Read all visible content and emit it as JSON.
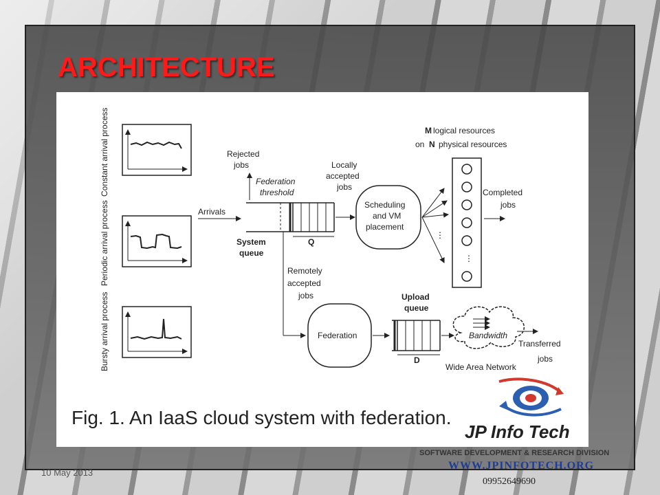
{
  "slide": {
    "title": "ARCHITECTURE",
    "date": "10 May 2013"
  },
  "figure": {
    "caption": "Fig. 1.  An IaaS cloud system with federation.",
    "arrival_processes": [
      "Constant arrival process",
      "Periodic arrival process",
      "Bursty arrival process"
    ],
    "labels": {
      "arrivals": "Arrivals",
      "rejected_1": "Rejected",
      "rejected_2": "jobs",
      "threshold_1": "Federation",
      "threshold_2": "threshold",
      "system_queue_1": "System",
      "system_queue_2": "queue",
      "q": "Q",
      "locally_1": "Locally",
      "locally_2": "accepted",
      "locally_3": "jobs",
      "scheduling_1": "Scheduling",
      "scheduling_2": "and VM",
      "scheduling_3": "placement",
      "resources_1": "logical resources",
      "resources_1_bold": "M",
      "resources_2": "physical resources",
      "resources_2_pre": "on",
      "resources_2_bold": "N",
      "completed_1": "Completed",
      "completed_2": "jobs",
      "remotely_1": "Remotely",
      "remotely_2": "accepted",
      "remotely_3": "jobs",
      "federation": "Federation",
      "upload_1": "Upload",
      "upload_2": "queue",
      "d": "D",
      "bandwidth": "Bandwidth",
      "wan": "Wide Area Network",
      "transferred_1": "Transferred",
      "transferred_2": "jobs"
    }
  },
  "logo": {
    "name": "JP Info Tech",
    "division": "SOFTWARE DEVELOPMENT & RESEARCH DIVISION",
    "url": "WWW.JPINFOTECH.ORG",
    "phone": "09952649690"
  },
  "colors": {
    "title": "#ff1a1a",
    "logo_url": "#1e3c96",
    "logo_red": "#d0392b",
    "logo_blue": "#2d5fb0"
  }
}
